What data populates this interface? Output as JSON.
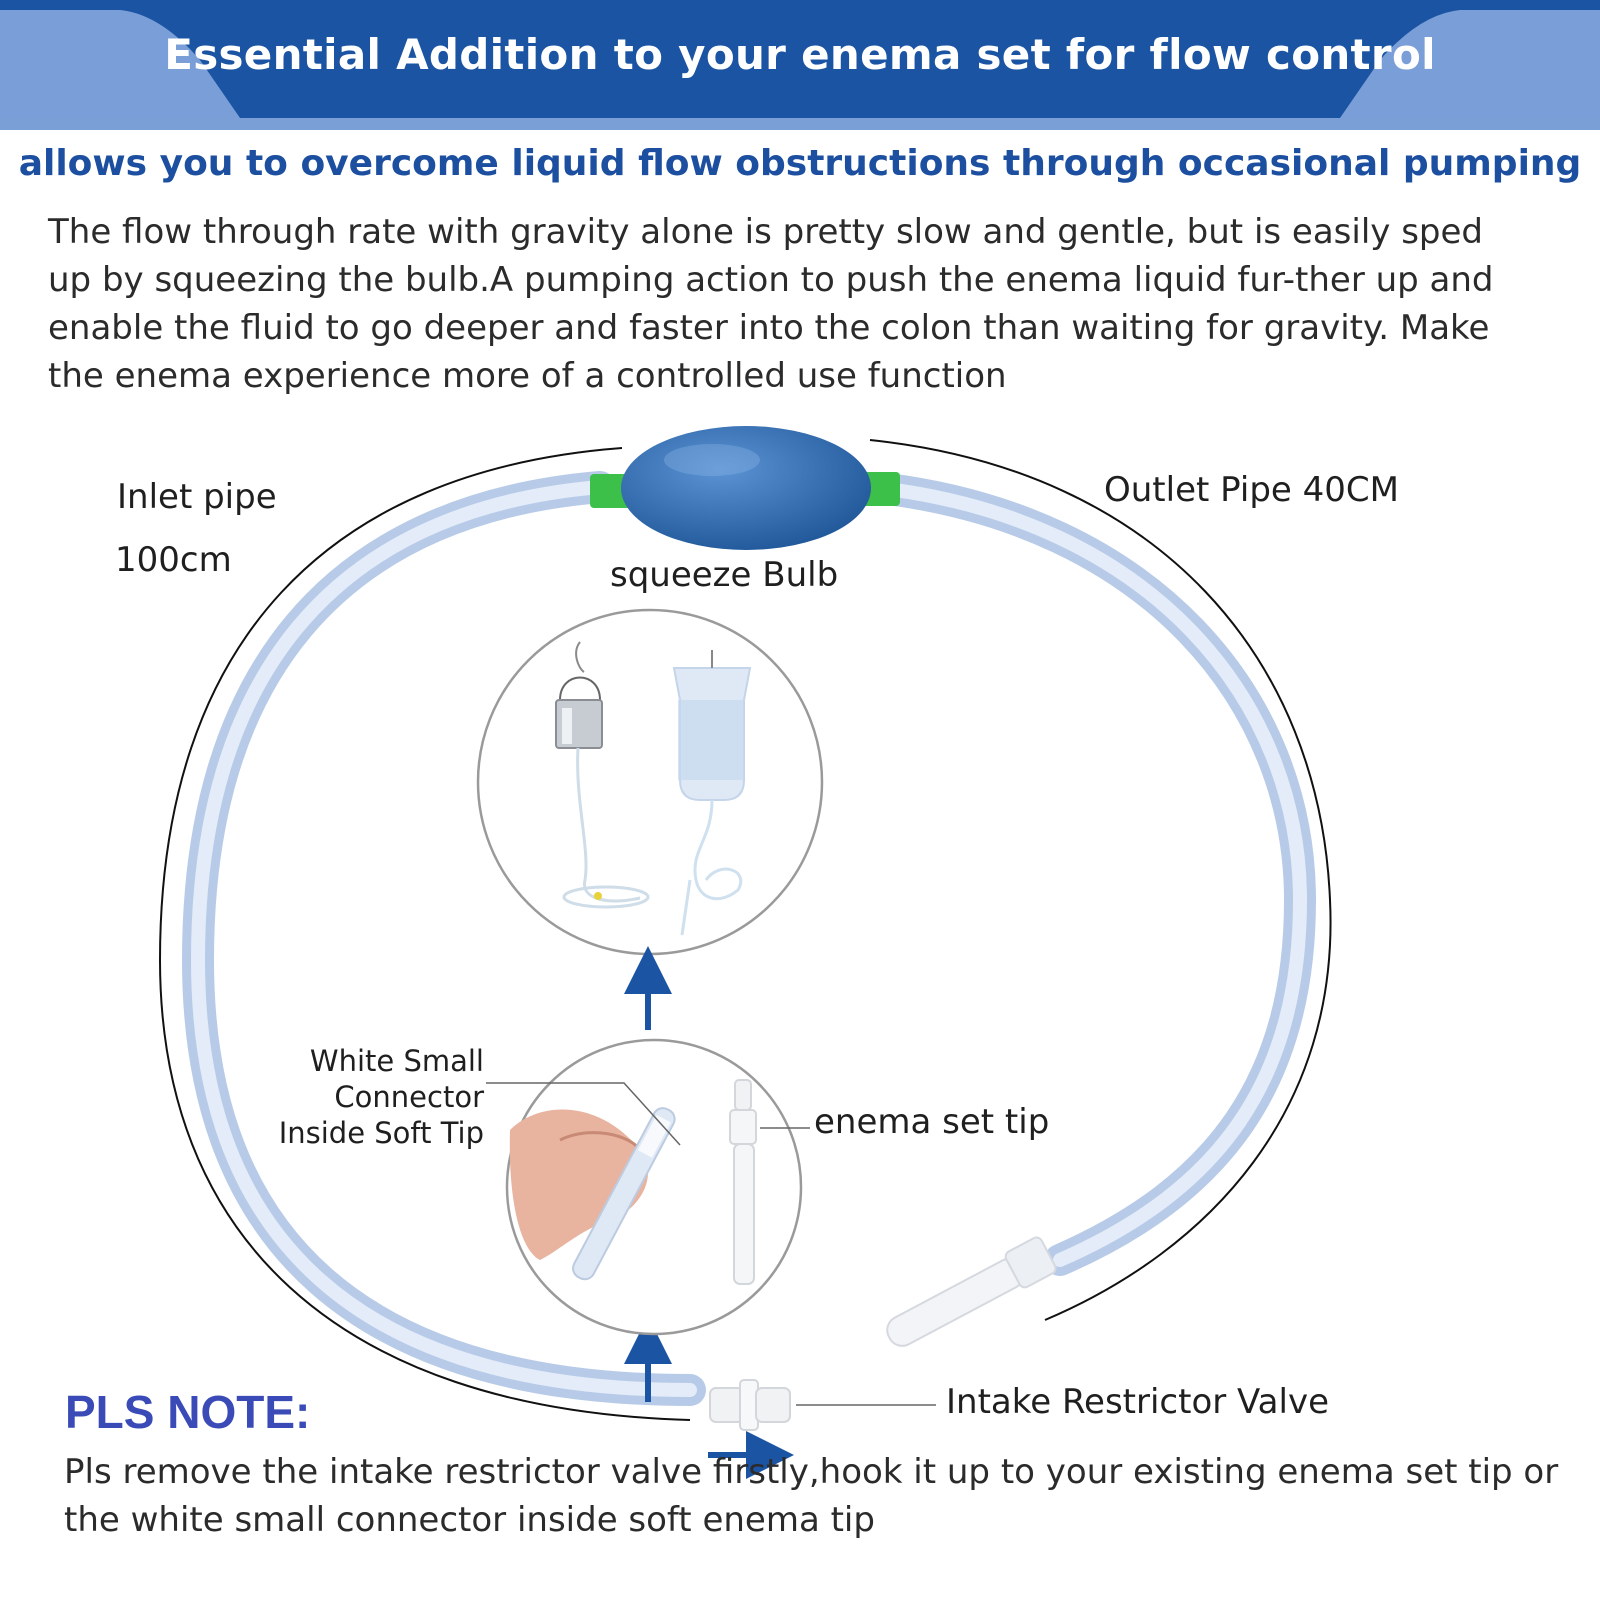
{
  "banner": {
    "title": "Essential Addition to your enema set for flow control",
    "color": "#1b54a3",
    "side_color": "#7a9fd8"
  },
  "subtitle": "allows you to overcome liquid flow obstructions through occasional pumping",
  "description": "The flow through rate with gravity alone is pretty slow and gentle, but is easily sped up by squeezing the bulb.A pumping action to push the enema liquid fur-ther up and enable the fluid to go deeper and faster into the colon than waiting for gravity. Make the enema experience more of a controlled use function",
  "diagram": {
    "inlet_label_line1": "Inlet pipe",
    "inlet_label_line2": "100cm",
    "outlet_label": "Outlet Pipe 40CM",
    "bulb_label": "squeeze Bulb",
    "connector_label_line1": "White Small",
    "connector_label_line2": "Connector",
    "connector_label_line3": "Inside Soft Tip",
    "tip_label": "enema set tip",
    "valve_label": "Intake Restrictor Valve",
    "tube_color": "#c9daf0",
    "bulb_color": "#2f6bb0",
    "connector_color": "#3cc04a",
    "arrow_color": "#1b54a3"
  },
  "note": {
    "title": "PLS NOTE:",
    "text": "Pls remove the intake restrictor valve firstly,hook it up to your existing enema set tip or the white small connector inside soft enema tip"
  }
}
